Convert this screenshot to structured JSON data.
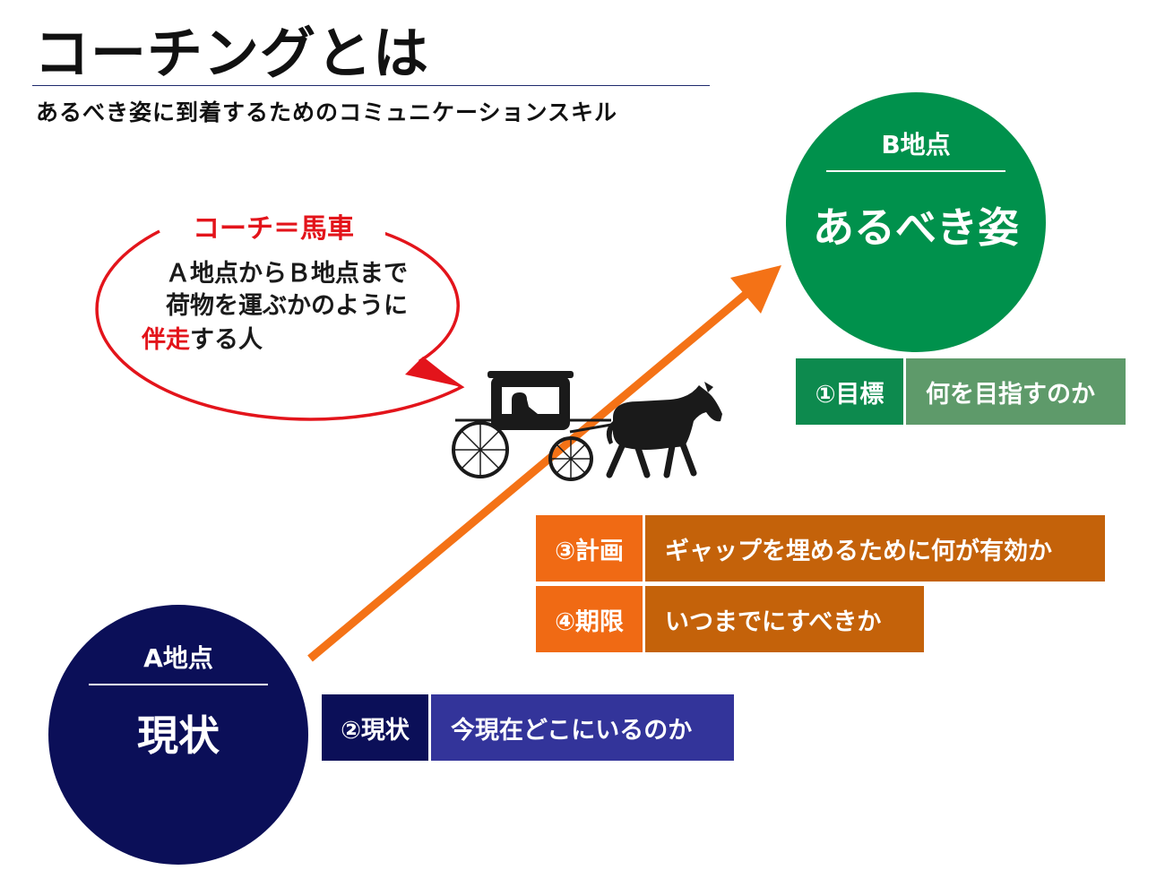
{
  "header": {
    "title": "コーチングとは",
    "subtitle": "あるべき姿に到着するためのコミュニケーションスキル"
  },
  "bubble": {
    "title": "コーチ＝馬車",
    "line1": "Ａ地点からＢ地点まで",
    "line2": "荷物を運ぶかのように",
    "line3_red": "伴走",
    "line3_rest": "する人"
  },
  "point_b": {
    "label": "B地点",
    "main": "あるべき姿"
  },
  "point_a": {
    "label": "A地点",
    "main": "現状"
  },
  "steps": {
    "goal": {
      "label": "①目標",
      "text": "何を目指すのか"
    },
    "plan": {
      "label": "③計画",
      "text": "ギャップを埋めるために何が有効か"
    },
    "deadline": {
      "label": "④期限",
      "text": "いつまでにすべきか"
    },
    "current": {
      "label": "②現状",
      "text": "今現在どこにいるのか"
    }
  },
  "icons": [
    "carriage-icon",
    "horse-icon",
    "arrow-icon"
  ],
  "colors": {
    "goal_label": "#0d8a4e",
    "goal_text": "#5e9a6a",
    "plan_label": "#f06a14",
    "plan_text": "#c4620a",
    "current_label": "#0b0f58",
    "current_text": "#33349a",
    "circle_b": "#00914c",
    "circle_a": "#0b0f58",
    "arrow": "#f47216",
    "accent_red": "#e3141b"
  }
}
